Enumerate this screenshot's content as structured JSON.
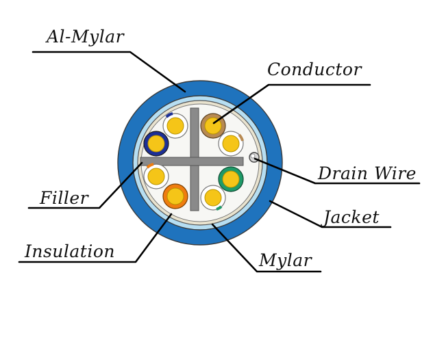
{
  "labels": {
    "al_mylar": "Al-Mylar",
    "conductor": "Conductor",
    "drain_wire": "Drain Wire",
    "filler": "Filler",
    "jacket": "Jacket",
    "insulation": "Insulation",
    "mylar": "Mylar"
  },
  "colors": {
    "jacket": "#1f73bd",
    "al_mylar": "#b6def2",
    "mylar": "#f1ede0",
    "filler": "#8a8a8a",
    "conductor": "#f5c518",
    "pair_blue": "#1c2f96",
    "pair_orange": "#ef7d10",
    "pair_green": "#1f9a68",
    "pair_brown": "#b88a52",
    "white_insulation": "#ffffff"
  }
}
